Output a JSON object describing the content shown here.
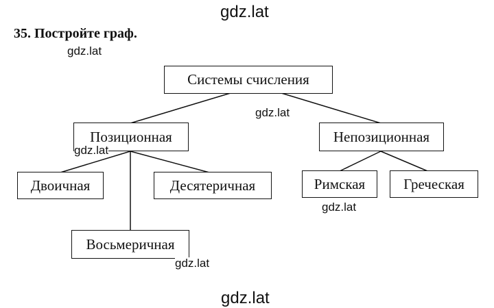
{
  "task": {
    "title": "35. Постройте граф."
  },
  "watermark": "gdz.lat",
  "graph": {
    "root": "Системы счисления",
    "positional": "Позиционная",
    "non_positional": "Непозиционная",
    "binary": "Двоичная",
    "decimal": "Десятеричная",
    "octal": "Восьмеричная",
    "roman": "Римская",
    "greek": "Греческая"
  }
}
